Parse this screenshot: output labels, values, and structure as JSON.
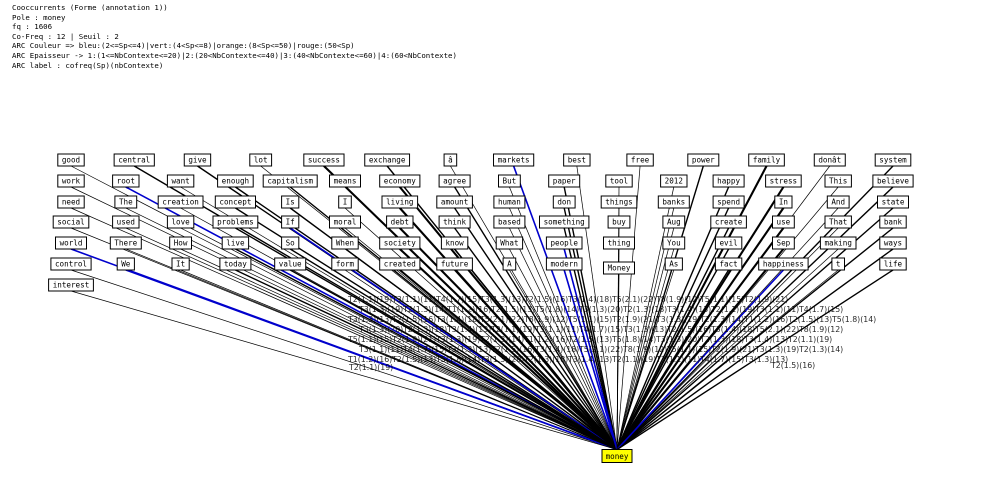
{
  "header": {
    "lines": [
      "Cooccurrents (Forme (annotation 1))",
      "Pole : money",
      "fq : 1606",
      "Co-Freq : 12 | Seuil : 2",
      "ARC Couleur => bleu:(2<=Sp<=4)|vert:(4<Sp<=8)|orange:(8<Sp<=50)|rouge:(50<Sp)",
      "ARC Epaisseur -> 1:(1<=NbContexte<=20)|2:(20<NbContexte<=40)|3:(40<NbContexte<=60)|4:(60<NbContexte)",
      "ARC label : cofreq(Sp)(nbContexte)"
    ]
  },
  "pole": {
    "label": "money"
  },
  "colors": {
    "pole_fill": "#ffff00",
    "edge_default": "#000000",
    "edge_blue": "#0000cc"
  },
  "nodes": {
    "rows": [
      [
        "good",
        "central",
        "give",
        "lot",
        "success",
        "exchange",
        "â",
        "markets",
        "best",
        "free",
        "power",
        "family",
        "donât",
        "system"
      ],
      [
        "work",
        "root",
        "want",
        "enough",
        "capitalism",
        "means",
        "economy",
        "agree",
        "But",
        "paper",
        "tool",
        "2012",
        "happy",
        "stress",
        "This",
        "believe"
      ],
      [
        "need",
        "The",
        "creation",
        "concept",
        "Is",
        "I",
        "living",
        "amount",
        "human",
        "don",
        "things",
        "banks",
        "spend",
        "In",
        "And",
        "state"
      ],
      [
        "social",
        "used",
        "love",
        "problems",
        "If",
        "moral",
        "debt",
        "think",
        "based",
        "something",
        "buy",
        "Aug",
        "create",
        "use",
        "That",
        "bank"
      ],
      [
        "world",
        "There",
        "How",
        "live",
        "So",
        "When",
        "society",
        "know",
        "What",
        "people",
        "thing",
        "You",
        "evil",
        "Sep",
        "making",
        "ways"
      ],
      [
        "control",
        "We",
        "It",
        "today",
        "value",
        "form",
        "created",
        "future",
        "A",
        "modern",
        "Money",
        "As",
        "fact",
        "happiness",
        "t",
        "life"
      ],
      [
        "interest"
      ]
    ]
  },
  "edge_labels": [
    "T2(1.1)(19)",
    "T3(1.1)(11)",
    "T4(1.7)(15)",
    "T3(1.3)(13)",
    "T2(1.5)(16)",
    "T3(1.4)(18)",
    "T5(2.1)(22)",
    "T8(1.9)(12)",
    "T5(1.1)(15)",
    "T2(1.9)(21)",
    "T3(1.3)(19)",
    "T2(1.3)(14)",
    "T1(1.2)(16)",
    "T2(1.5)(13)",
    "T5(1.8)(14)",
    "T3(1.3)(20)",
    "T2(1.3)(18)",
    "T3(1.4)(13)"
  ]
}
